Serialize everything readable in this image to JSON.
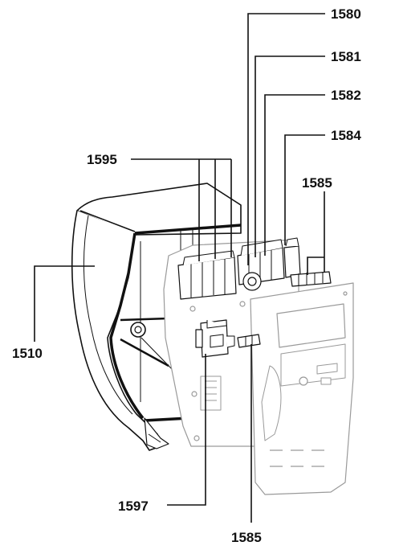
{
  "figure": {
    "callouts": [
      {
        "id": "c1580",
        "text": "1580"
      },
      {
        "id": "c1581",
        "text": "1581"
      },
      {
        "id": "c1582",
        "text": "1582"
      },
      {
        "id": "c1584",
        "text": "1584"
      },
      {
        "id": "c1585-top",
        "text": "1585"
      },
      {
        "id": "c1595",
        "text": "1595"
      },
      {
        "id": "c1510",
        "text": "1510"
      },
      {
        "id": "c1597",
        "text": "1597"
      },
      {
        "id": "c1585-bottom",
        "text": "1585"
      }
    ]
  },
  "colors": {
    "stroke": "#111111",
    "light_stroke": "#9a9a9a",
    "background": "#ffffff"
  }
}
